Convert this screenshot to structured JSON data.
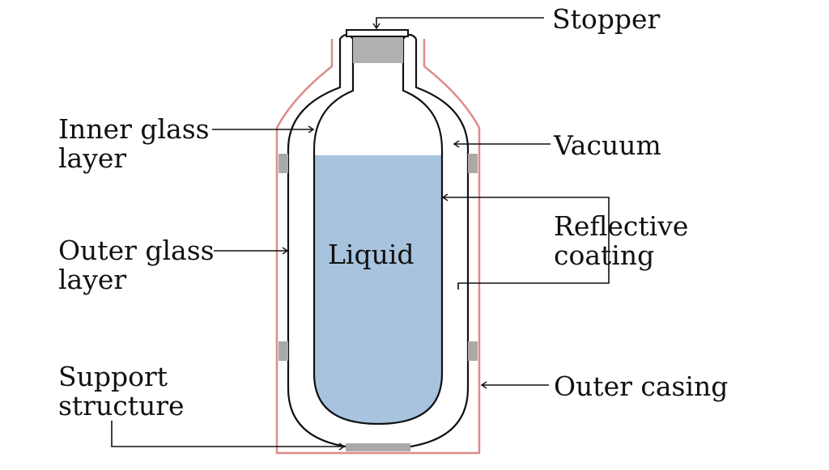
{
  "labels": {
    "stopper": "Stopper",
    "inner_glass": [
      "Inner glass",
      "layer"
    ],
    "vacuum": "Vacuum",
    "reflective": [
      "Reflective",
      "coating"
    ],
    "outer_glass": [
      "Outer glass",
      "layer"
    ],
    "liquid": "Liquid",
    "support": [
      "Support",
      "structure"
    ],
    "casing": "Outer casing"
  },
  "colors": {
    "casing": "#de8a8a",
    "liquid": "#a7c3dd",
    "glass": "#111111",
    "support": "#a9a9a9",
    "stopper": "#b0b0b0"
  }
}
